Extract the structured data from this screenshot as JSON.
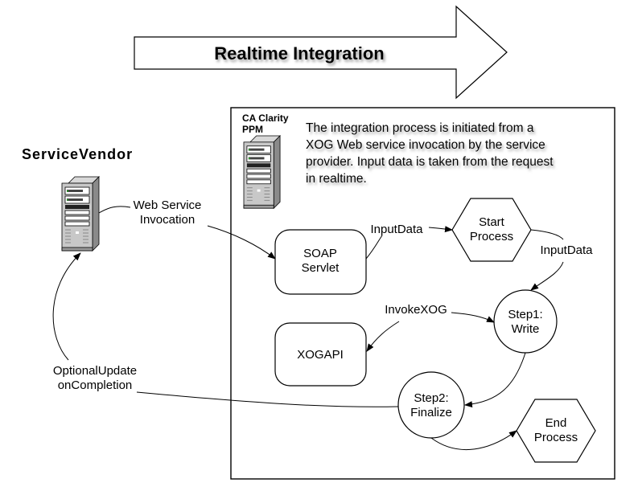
{
  "banner": {
    "title": "Realtime Integration"
  },
  "vendor": {
    "title": "ServiceVendor"
  },
  "clarity": {
    "title_line1": "CA Clarity",
    "title_line2": "PPM",
    "description": [
      "The integration process is initiated from a",
      "XOG Web service invocation by the service",
      "provider. Input data is taken from the request",
      "in realtime."
    ]
  },
  "nodes": {
    "soap_servlet": [
      "SOAP",
      "Servlet"
    ],
    "xog_api": [
      "XOGAPI"
    ],
    "start_process": [
      "Start",
      "Process"
    ],
    "step1": [
      "Step1:",
      "Write"
    ],
    "step2": [
      "Step2:",
      "Finalize"
    ],
    "end_process": [
      "End",
      "Process"
    ]
  },
  "edges": {
    "web_service_invocation": [
      "Web Service",
      "Invocation"
    ],
    "input_data_1": "InputData",
    "input_data_2": "InputData",
    "invoke_xog": "InvokeXOG",
    "optional_update": [
      "OptionalUpdate",
      "onCompletion"
    ]
  },
  "icons": {
    "vendor_server": "server-icon",
    "clarity_server": "server-icon"
  }
}
